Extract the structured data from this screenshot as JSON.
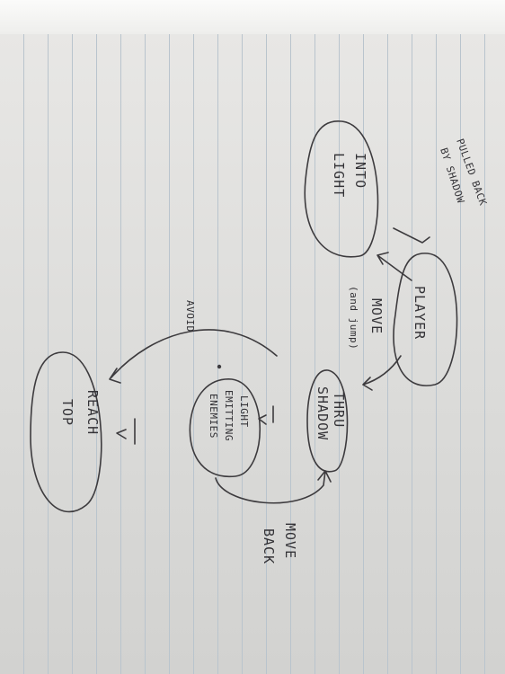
{
  "nodes": {
    "player": "PLAYER",
    "into_light": [
      "INTO",
      "LIGHT"
    ],
    "thru_shadow": [
      "THRU",
      "SHADOW"
    ],
    "light_emitting_enemies": [
      "LIGHT",
      "EMITTING",
      "ENEMIES"
    ],
    "reach_top": [
      "REACH",
      "TOP"
    ]
  },
  "edges": {
    "pulled_back": [
      "PULLED BACK",
      "BY SHADOW"
    ],
    "move": [
      "MOVE",
      "(and jump)"
    ],
    "move_back": [
      "MOVE",
      "BACK"
    ],
    "avoid": "AVOID"
  },
  "colors": {
    "ink": "#3d3b3e",
    "paper": "#e6e5e3",
    "rule": "#b9c4cd"
  }
}
